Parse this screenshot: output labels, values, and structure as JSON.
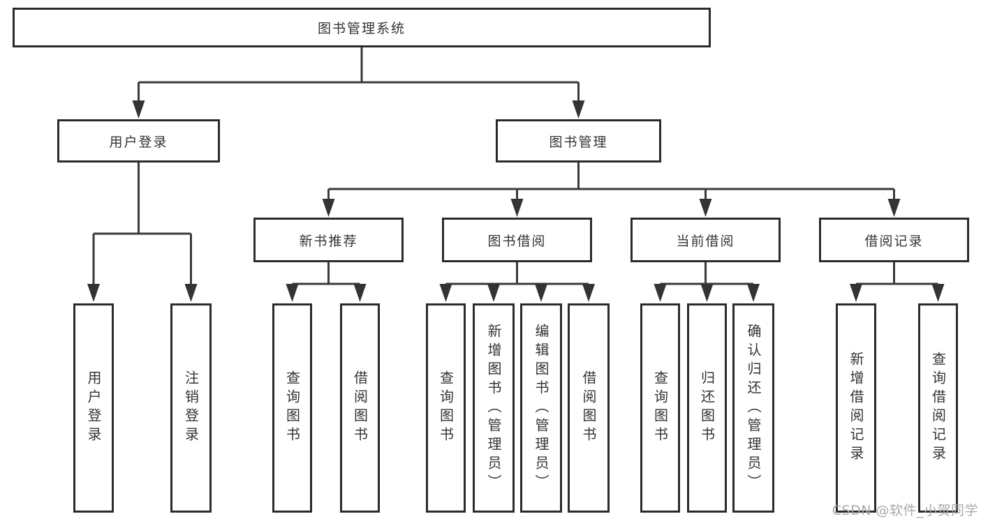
{
  "diagram": {
    "root": {
      "label": "图书管理系统"
    },
    "level2": [
      {
        "label": "用户登录"
      },
      {
        "label": "图书管理"
      }
    ],
    "level3": [
      {
        "label": "新书推荐",
        "parent": "图书管理"
      },
      {
        "label": "图书借阅",
        "parent": "图书管理"
      },
      {
        "label": "当前借阅",
        "parent": "图书管理"
      },
      {
        "label": "借阅记录",
        "parent": "图书管理"
      }
    ],
    "leaves": [
      {
        "label": "用户登录",
        "parent": "用户登录"
      },
      {
        "label": "注销登录",
        "parent": "用户登录"
      },
      {
        "label": "查询图书",
        "parent": "新书推荐"
      },
      {
        "label": "借阅图书",
        "parent": "新书推荐"
      },
      {
        "label": "查询图书",
        "parent": "图书借阅"
      },
      {
        "label": "新增图书（管理员）",
        "parent": "图书借阅"
      },
      {
        "label": "编辑图书（管理员）",
        "parent": "图书借阅"
      },
      {
        "label": "借阅图书",
        "parent": "图书借阅"
      },
      {
        "label": "查询图书",
        "parent": "当前借阅"
      },
      {
        "label": "归还图书",
        "parent": "当前借阅"
      },
      {
        "label": "确认归还（管理员）",
        "parent": "当前借阅"
      },
      {
        "label": "新增借阅记录",
        "parent": "借阅记录"
      },
      {
        "label": "查询借阅记录",
        "parent": "借阅记录"
      }
    ]
  },
  "watermark": {
    "text": "CSDN @软件_小贺同学"
  },
  "colors": {
    "line": "#3a3a3a",
    "arrow_fill": "#333333",
    "box_border": "#2b2b2b",
    "text": "#333333",
    "background": "#ffffff",
    "watermark": "#a9a9a9"
  }
}
